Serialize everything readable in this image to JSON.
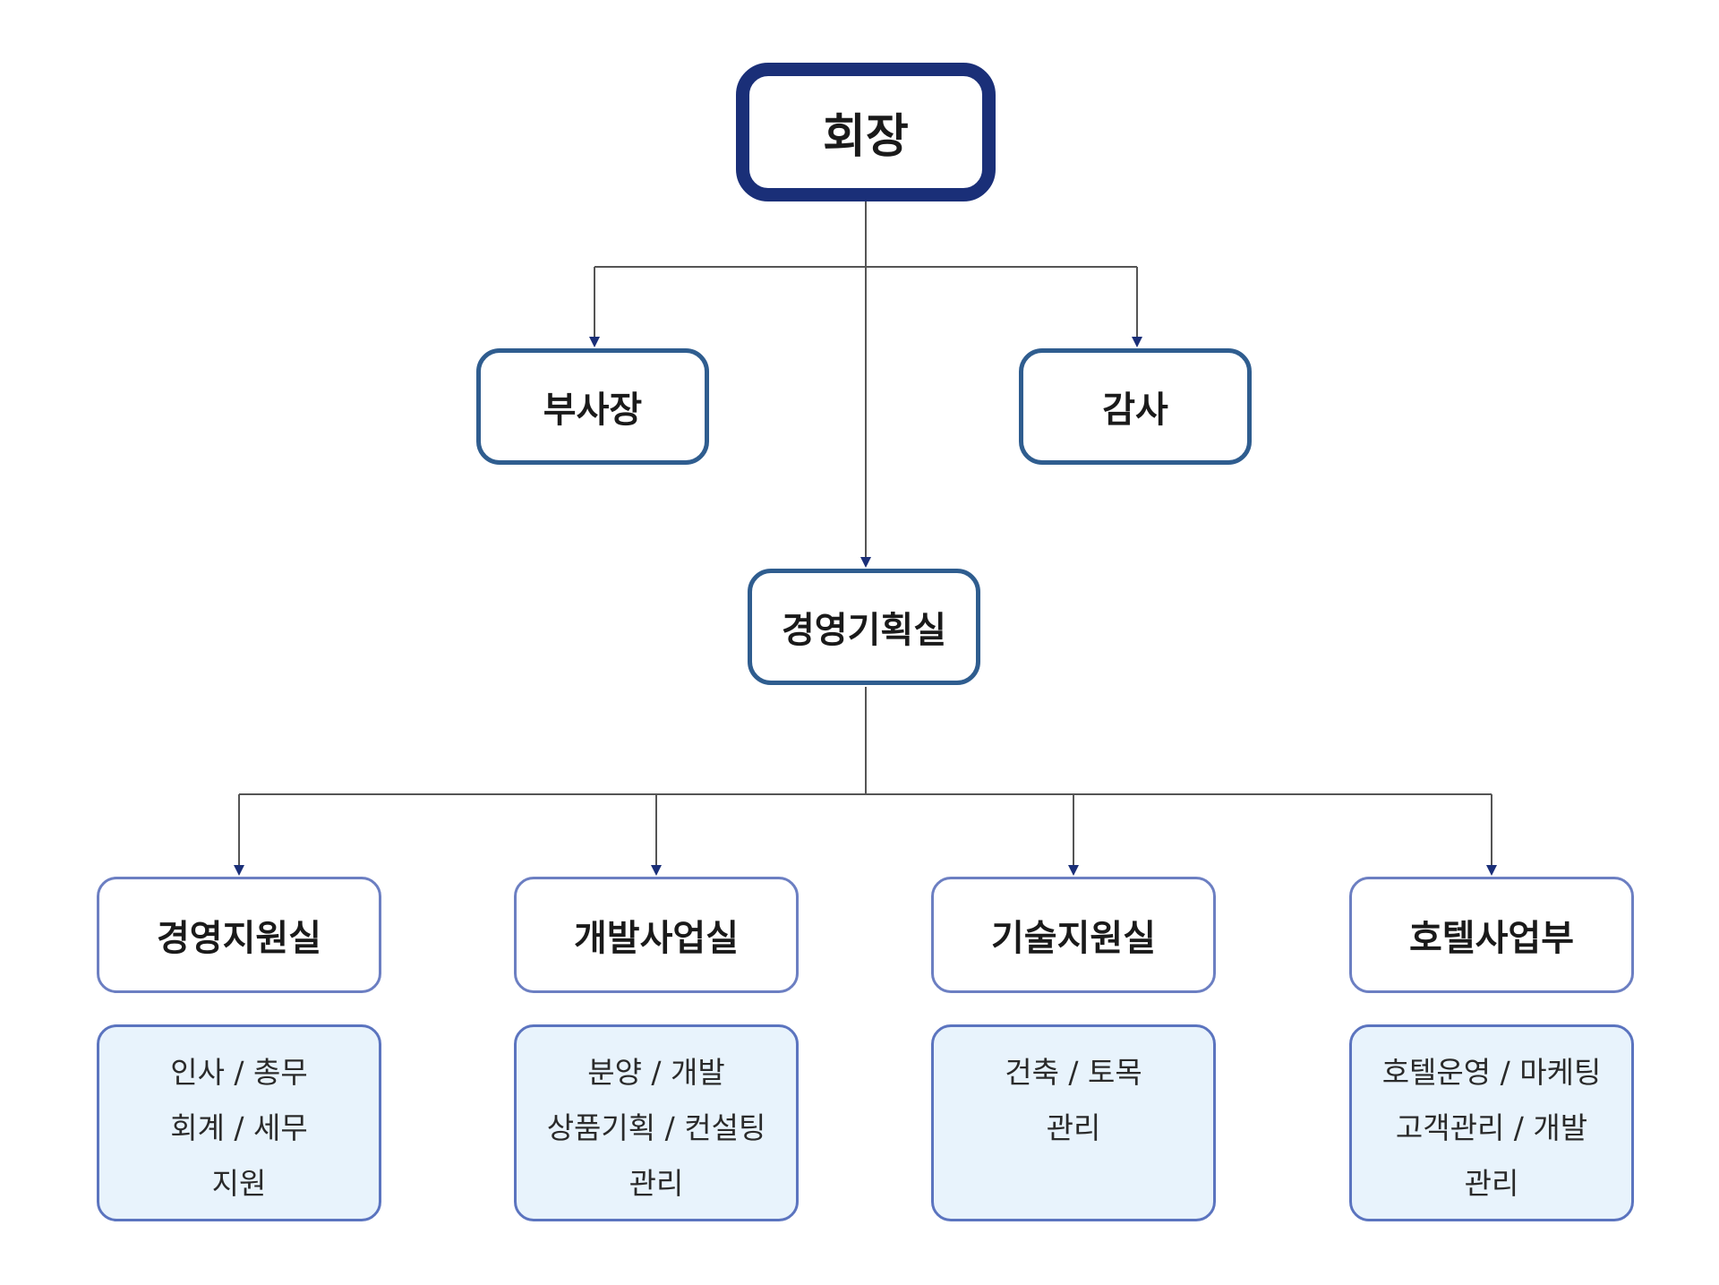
{
  "colors": {
    "top_border": "#1a2f78",
    "level2_border": "#2f5d8f",
    "dept_border": "#6c7fc2",
    "duty_background": "#e8f3fc",
    "connector": "#555555",
    "arrowhead": "#1a2f78"
  },
  "chairman": {
    "label": "회장"
  },
  "vice_president": {
    "label": "부사장"
  },
  "auditor": {
    "label": "감사"
  },
  "planning_office": {
    "label": "경영기획실"
  },
  "departments": [
    {
      "label": "경영지원실",
      "duties": [
        "인사 / 총무",
        "회계 / 세무",
        "지원"
      ]
    },
    {
      "label": "개발사업실",
      "duties": [
        "분양 / 개발",
        "상품기획 / 컨설팅",
        "관리"
      ]
    },
    {
      "label": "기술지원실",
      "duties": [
        "건축 / 토목",
        "관리"
      ]
    },
    {
      "label": "호텔사업부",
      "duties": [
        "호텔운영 / 마케팅",
        "고객관리 / 개발",
        "관리"
      ]
    }
  ]
}
